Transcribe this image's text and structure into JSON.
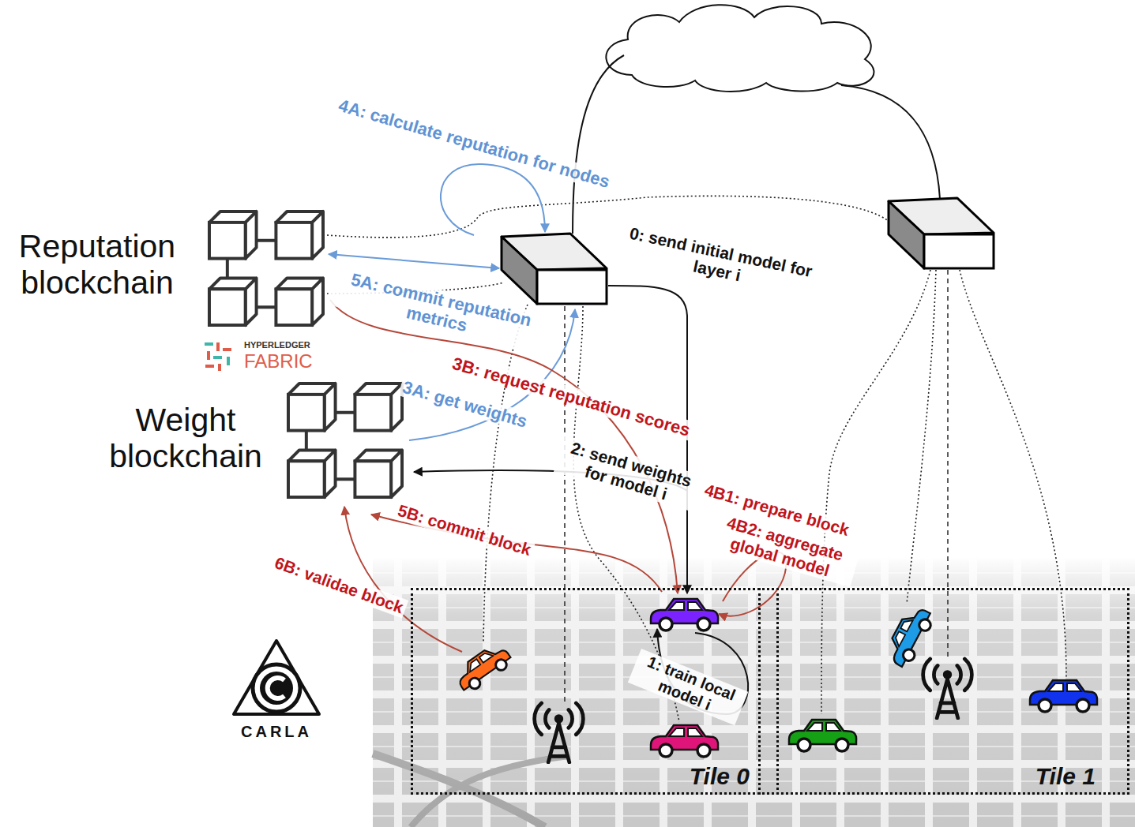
{
  "diagram": {
    "nodes": [
      {
        "text": [
          "Reputation blockchain"
        ]
      },
      {
        "text": [
          "Weight blockchain"
        ]
      },
      {
        "text": [
          "Tile 0"
        ]
      },
      {
        "text": [
          "Tile 1"
        ]
      }
    ],
    "labels": [
      "4A: calculate reputation for nodes",
      "0: send initial model for layer i",
      "5A: commit reputation metrics",
      "HYPERLEDGER",
      "FABRIC",
      "3B: request reputation scores",
      "3A: get weights",
      "2: send weights for model i",
      "4B1: prepare block",
      "4B2: aggregate global model",
      "5B: commit block",
      "6B: validae block",
      "1: train local model i",
      "CARLA"
    ]
  }
}
